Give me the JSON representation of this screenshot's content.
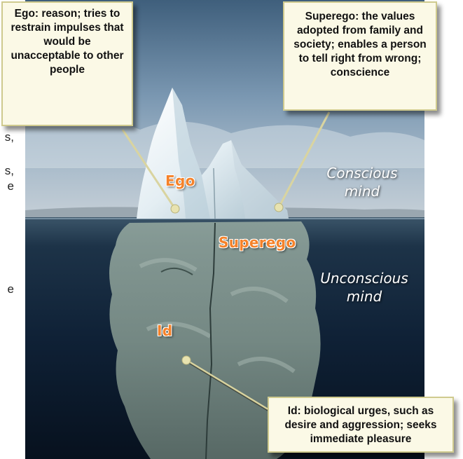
{
  "callouts": {
    "ego": "Ego: reason; tries to restrain impulses that would be unacceptable to other people",
    "superego": "Superego: the values adopted from family and society; enables a person to tell right from wrong; conscience",
    "id": "Id: biological urges, such as desire and aggression; seeks immediate pleasure"
  },
  "labels": {
    "ego": "Ego",
    "superego": "Superego",
    "id": "Id",
    "conscious": "Conscious mind",
    "unconscious": "Unconscious mind"
  },
  "left_fragments": [
    "s",
    "s,",
    "s,",
    "e",
    "e"
  ],
  "colors": {
    "label_orange": "#f5822a",
    "callout_bg": "#fbf9e6",
    "water_deep": "#0b1a2c",
    "sky": "#6a8aa6"
  }
}
